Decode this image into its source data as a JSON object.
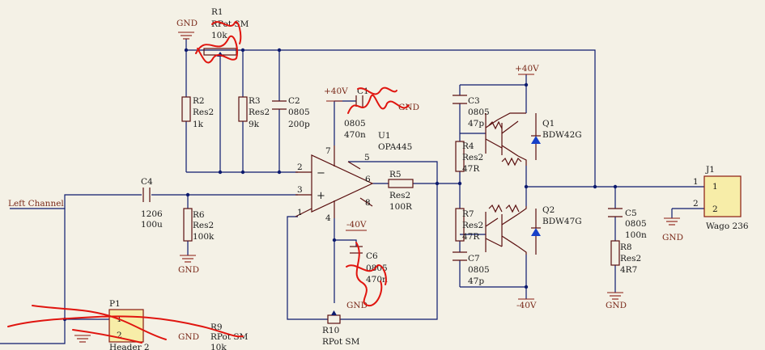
{
  "canvas": {
    "background": "#f4f1e6",
    "wire_color": "#0c1a6e",
    "part_color": "#5a0f0f",
    "power_color": "#8a1a10",
    "scribble_color": "#e0150f"
  },
  "nets": {
    "gnd_top": "GND",
    "gnd_r6": "GND",
    "gnd_u1": "GND",
    "gnd_r8": "GND",
    "gnd_j1": "GND",
    "gnd_p1": "GND",
    "pos40_u1": "+40V",
    "pos40_q": "+40V",
    "neg40_u1": "-40V",
    "neg40_q": "-40V",
    "left_channel": "Left Channel"
  },
  "components": {
    "R1": {
      "ref": "R1",
      "type": "RPot SM",
      "value": "10k"
    },
    "R2": {
      "ref": "R2",
      "type": "Res2",
      "value": "1k"
    },
    "R3": {
      "ref": "R3",
      "type": "Res2",
      "value": "9k"
    },
    "C2": {
      "ref": "C2",
      "type": "0805",
      "value": "200p"
    },
    "C1": {
      "ref": "C1",
      "type": "0805",
      "value": "470n",
      "gnd": "GND"
    },
    "U1": {
      "ref": "U1",
      "type": "OPA445",
      "pins": [
        "2",
        "3",
        "7",
        "5",
        "6",
        "8",
        "1",
        "4"
      ]
    },
    "C4": {
      "ref": "C4",
      "type": "1206",
      "value": "100u"
    },
    "R6": {
      "ref": "R6",
      "type": "Res2",
      "value": "100k"
    },
    "R5": {
      "ref": "R5",
      "type": "Res2",
      "value": "100R"
    },
    "R10": {
      "ref": "R10",
      "type": "RPot SM"
    },
    "C6": {
      "ref": "C6",
      "type": "0805",
      "value": "470n"
    },
    "C3": {
      "ref": "C3",
      "type": "0805",
      "value": "47p"
    },
    "R4": {
      "ref": "R4",
      "type": "Res2",
      "value": "47R"
    },
    "R7": {
      "ref": "R7",
      "type": "Res2",
      "value": "47R"
    },
    "C7": {
      "ref": "C7",
      "type": "0805",
      "value": "47p"
    },
    "Q1": {
      "ref": "Q1",
      "type": "BDW42G"
    },
    "Q2": {
      "ref": "Q2",
      "type": "BDW47G"
    },
    "C5": {
      "ref": "C5",
      "type": "0805",
      "value": "100n"
    },
    "R8": {
      "ref": "R8",
      "type": "Res2",
      "value": "4R7"
    },
    "J1": {
      "ref": "J1",
      "type": "Wago 236",
      "pins": [
        "1",
        "2"
      ]
    },
    "P1": {
      "ref": "P1",
      "type": "Header 2",
      "pins": [
        "1",
        "2"
      ]
    },
    "R9": {
      "ref": "R9",
      "type": "RPot SM",
      "value": "10k"
    }
  }
}
